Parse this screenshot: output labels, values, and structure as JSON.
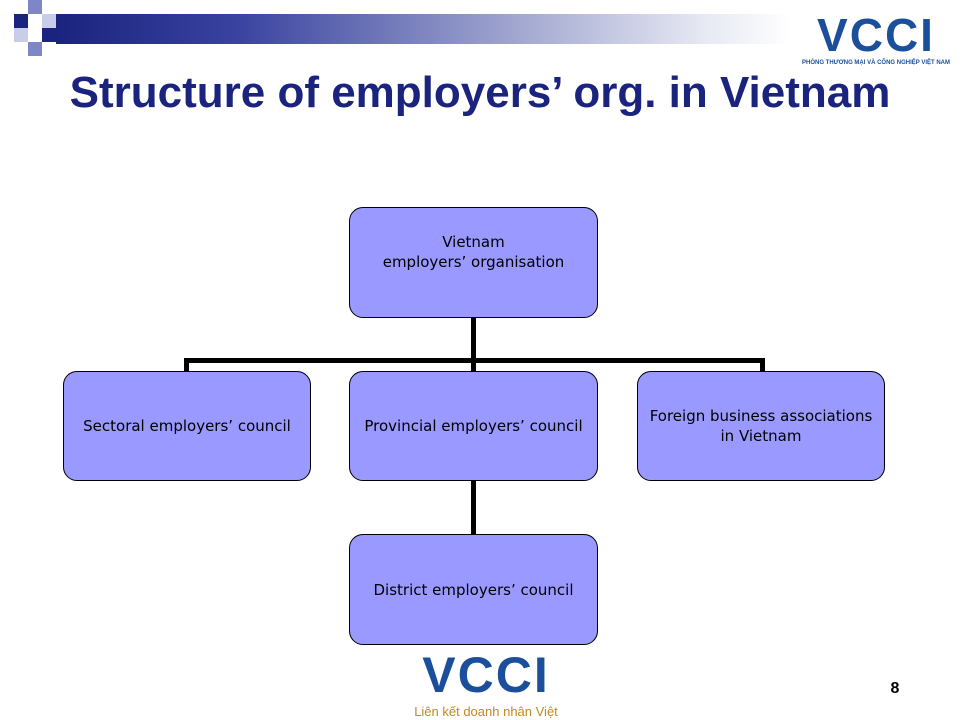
{
  "slide": {
    "title": "Structure of employers’ org. in Vietnam",
    "page_number": "8"
  },
  "logos": {
    "top_wordmark": "VCCI",
    "top_subtitle": "PHÒNG THƯƠNG MẠI VÀ CÔNG NGHIỆP VIỆT NAM",
    "bottom_wordmark": "VCCI",
    "bottom_tagline": "Liên kết doanh nhân Việt"
  },
  "org_chart": {
    "root": "Vietnam\nemployers’ organisation",
    "level2": [
      "Sectoral employers’ council",
      "Provincial employers’ council",
      "Foreign business associations\nin Vietnam"
    ],
    "level3": "District employers’ council"
  },
  "colors": {
    "title": "#1a237e",
    "node_fill": "#9999ff",
    "logo_blue": "#1b4f9c",
    "logo_gold": "#f39c12"
  }
}
